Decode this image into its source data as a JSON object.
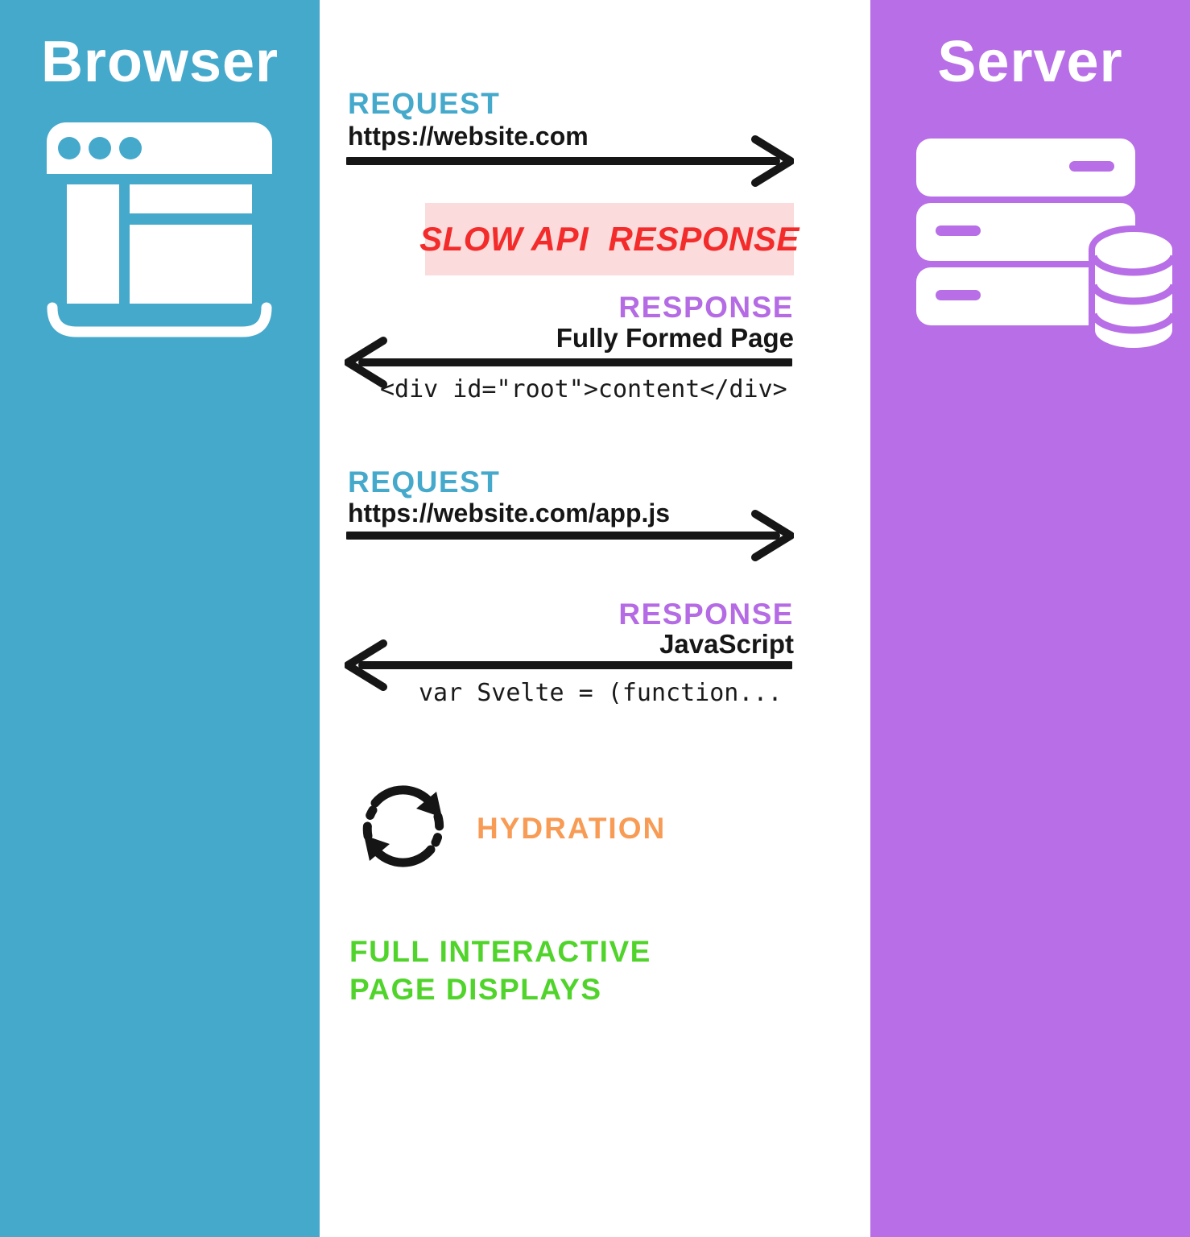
{
  "colors": {
    "blue": "#45a9cc",
    "purple": "#b76ee6",
    "purple-text": "#b46be4",
    "red": "#f32b2b",
    "pink": "#fbdbdb",
    "orange": "#f89b55",
    "green": "#50d42b",
    "ink": "#161616",
    "white": "#ffffff"
  },
  "browser_panel": {
    "title": "Browser",
    "icon": "browser-window-icon"
  },
  "server_panel": {
    "title": "Server",
    "icons": [
      "server-rack-icon",
      "database-icon"
    ]
  },
  "flow": {
    "request1": {
      "label": "REQUEST",
      "url": "https://website.com"
    },
    "slow_banner": {
      "text": "SLOW API  RESPONSE"
    },
    "response1": {
      "label": "RESPONSE",
      "payload": "Fully Formed Page",
      "code": "<div id=\"root\">content</div>"
    },
    "request2": {
      "label": "REQUEST",
      "url": "https://website.com/app.js"
    },
    "response2": {
      "label": "RESPONSE",
      "payload": "JavaScript",
      "code": "var Svelte = (function..."
    },
    "hydration": {
      "label": "HYDRATION",
      "icon": "sync-refresh-icon"
    },
    "result": {
      "line1": "FULL INTERACTIVE",
      "line2": "PAGE DISPLAYS"
    }
  }
}
